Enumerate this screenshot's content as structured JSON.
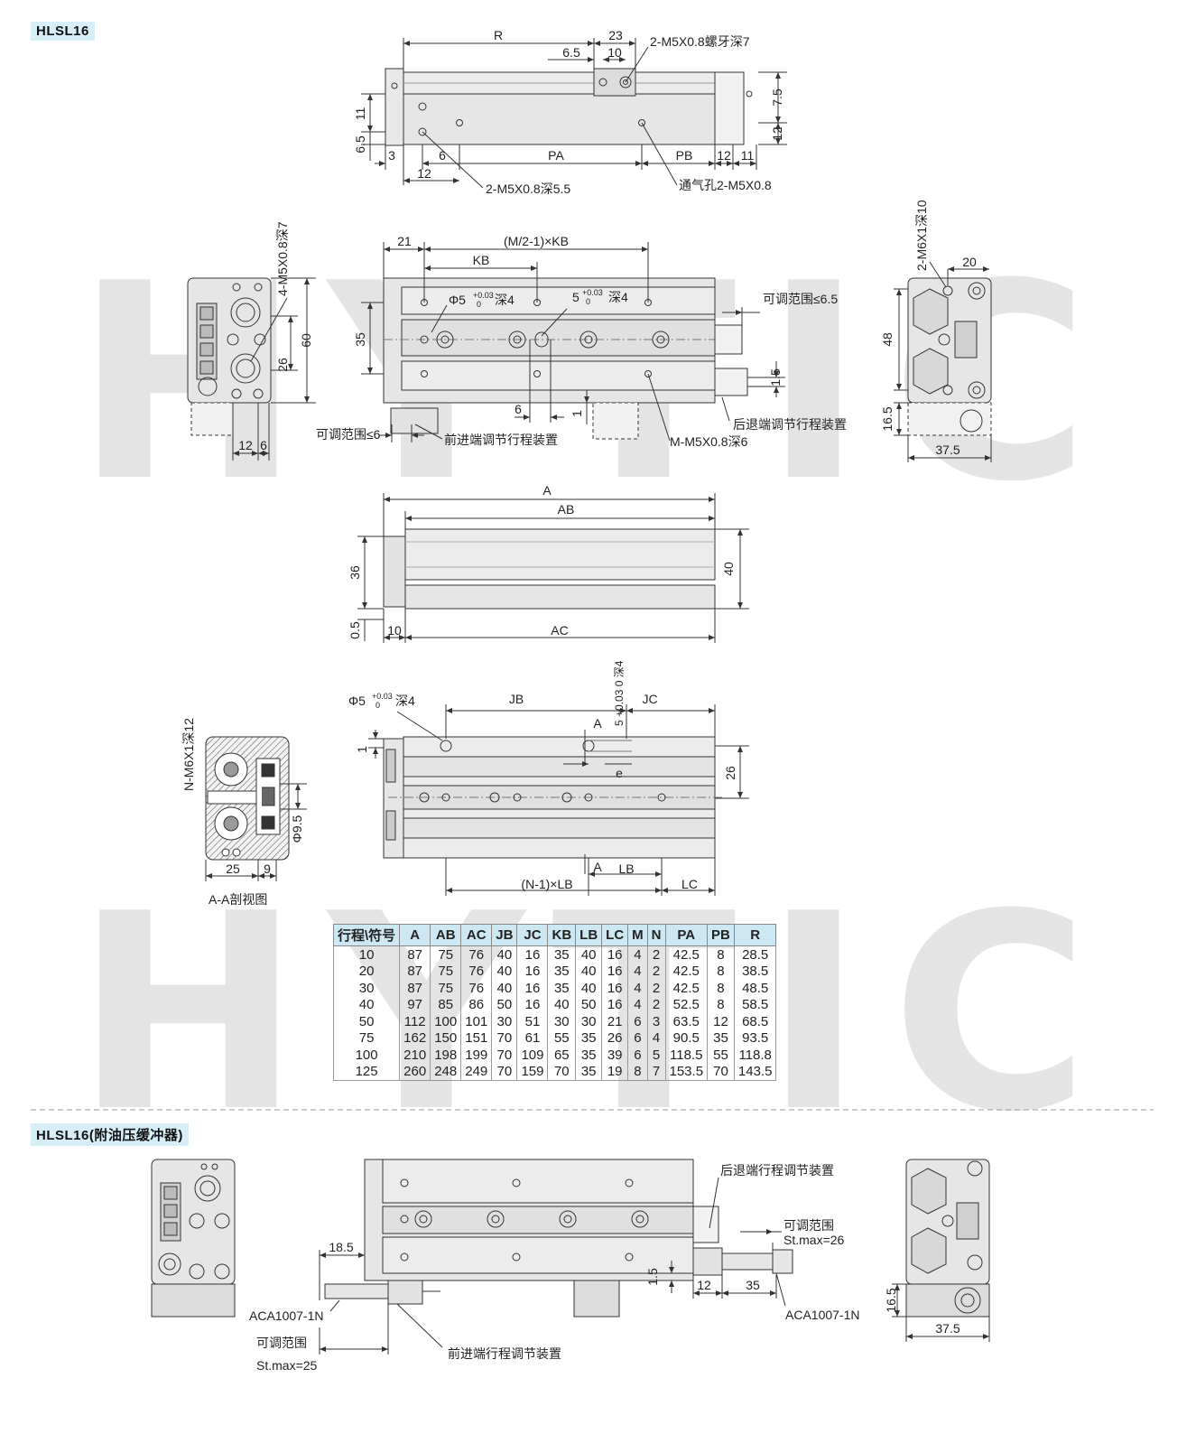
{
  "sections": {
    "top_title": "HLSL16",
    "bottom_title": "HLSL16(附油压缓冲器)"
  },
  "watermark": {
    "upper": "HYTIC",
    "lower": "HYTIC"
  },
  "view1": {
    "dim_R": "R",
    "dim_23": "23",
    "dim_6_5": "6.5",
    "dim_10": "10",
    "note_thread": "2-M5X0.8螺牙深7",
    "dim_7_5": "7.5",
    "dim_11": "11",
    "dim_6_5v": "6.5",
    "dim_12r": "12",
    "dim_3": "3",
    "dim_6": "6",
    "dim_PA": "PA",
    "dim_PB": "PB",
    "dim_12b": "12",
    "dim_11b": "11",
    "dim_12c": "12",
    "note_port": "2-M5X0.8深5.5",
    "note_vent": "通气孔2-M5X0.8"
  },
  "view2": {
    "note_left": "4-M5X0.8深7",
    "dim_60": "60",
    "dim_26": "26",
    "dim_12": "12",
    "dim_6": "6",
    "adjust_front": "可调范围≤6",
    "front_label": "前进端调节行程装置",
    "dim_21": "21",
    "dim_M": "(M/2-1)×KB",
    "dim_KB": "KB",
    "hole1": "Φ5",
    "hole1_tol": "+0.03",
    "hole1_tol0": "0",
    "hole1_depth": "深4",
    "hole2": "5",
    "hole2_tol": "+0.03",
    "hole2_tol0": "0",
    "hole2_depth": "深4",
    "dim_35": "35",
    "adjust_rear": "可调范围≤6.5",
    "dim_1_5": "1.5",
    "dim_6b": "6",
    "dim_1": "1",
    "rear_label": "后退端调节行程装置",
    "note_M": "M-M5X0.8深6",
    "right_note": "2-M6X1深10",
    "dim_20": "20",
    "dim_48": "48",
    "dim_16_5": "16.5",
    "dim_37_5": "37.5"
  },
  "view3": {
    "dim_A": "A",
    "dim_AB": "AB",
    "dim_36": "36",
    "dim_40": "40",
    "dim_0_5": "0.5",
    "dim_10": "10",
    "dim_AC": "AC"
  },
  "view4": {
    "left_note": "N-M6X1深12",
    "dim_phi9_5": "Φ9.5",
    "dim_25": "25",
    "dim_9": "9",
    "section_caption": "A-A剖视图",
    "hole_note": "Φ5",
    "hole_tol": "+0.03",
    "hole_tol0": "0",
    "hole_depth": "深4",
    "dim_JB": "JB",
    "dim_JC": "JC",
    "vert_note": "5 +0.03 0 深4",
    "label_A": "A",
    "label_A2": "A",
    "dim_1": "1",
    "dim_26": "26",
    "label_e": "e",
    "dim_LB": "LB",
    "dim_N": "(N-1)×LB",
    "dim_LC": "LC"
  },
  "view5": {
    "rear_label": "后退端行程调节装置",
    "adjust": "可调范围",
    "stmax26": "St.max=26",
    "dim_18_5": "18.5",
    "dim_1_5": "1.5",
    "dim_12": "12",
    "dim_35": "35",
    "aca_left": "ACA1007-1N",
    "aca_right": "ACA1007-1N",
    "adjust_left": "可调范围",
    "stmax25": "St.max=25",
    "front_label": "前进端行程调节装置",
    "dim_16_5": "16.5",
    "dim_37_5": "37.5"
  },
  "table": {
    "headers": [
      "行程\\符号",
      "A",
      "AB",
      "AC",
      "JB",
      "JC",
      "KB",
      "LB",
      "LC",
      "M",
      "N",
      "PA",
      "PB",
      "R"
    ],
    "rows": [
      [
        "10",
        "87",
        "75",
        "76",
        "40",
        "16",
        "35",
        "40",
        "16",
        "4",
        "2",
        "42.5",
        "8",
        "28.5"
      ],
      [
        "20",
        "87",
        "75",
        "76",
        "40",
        "16",
        "35",
        "40",
        "16",
        "4",
        "2",
        "42.5",
        "8",
        "38.5"
      ],
      [
        "30",
        "87",
        "75",
        "76",
        "40",
        "16",
        "35",
        "40",
        "16",
        "4",
        "2",
        "42.5",
        "8",
        "48.5"
      ],
      [
        "40",
        "97",
        "85",
        "86",
        "50",
        "16",
        "40",
        "50",
        "16",
        "4",
        "2",
        "52.5",
        "8",
        "58.5"
      ],
      [
        "50",
        "112",
        "100",
        "101",
        "30",
        "51",
        "30",
        "30",
        "21",
        "6",
        "3",
        "63.5",
        "12",
        "68.5"
      ],
      [
        "75",
        "162",
        "150",
        "151",
        "70",
        "61",
        "55",
        "35",
        "26",
        "6",
        "4",
        "90.5",
        "35",
        "93.5"
      ],
      [
        "100",
        "210",
        "198",
        "199",
        "70",
        "109",
        "65",
        "35",
        "39",
        "6",
        "5",
        "118.5",
        "55",
        "118.8"
      ],
      [
        "125",
        "260",
        "248",
        "249",
        "70",
        "159",
        "70",
        "35",
        "19",
        "8",
        "7",
        "153.5",
        "70",
        "143.5"
      ]
    ]
  },
  "colors": {
    "line": "#333333",
    "body_fill": "#e9e9e9",
    "dark_fill": "#cfcfcf",
    "watermark": "#e6e6e6",
    "tag_bg": "#d7eef7",
    "header_bg": "#cde8f2"
  }
}
